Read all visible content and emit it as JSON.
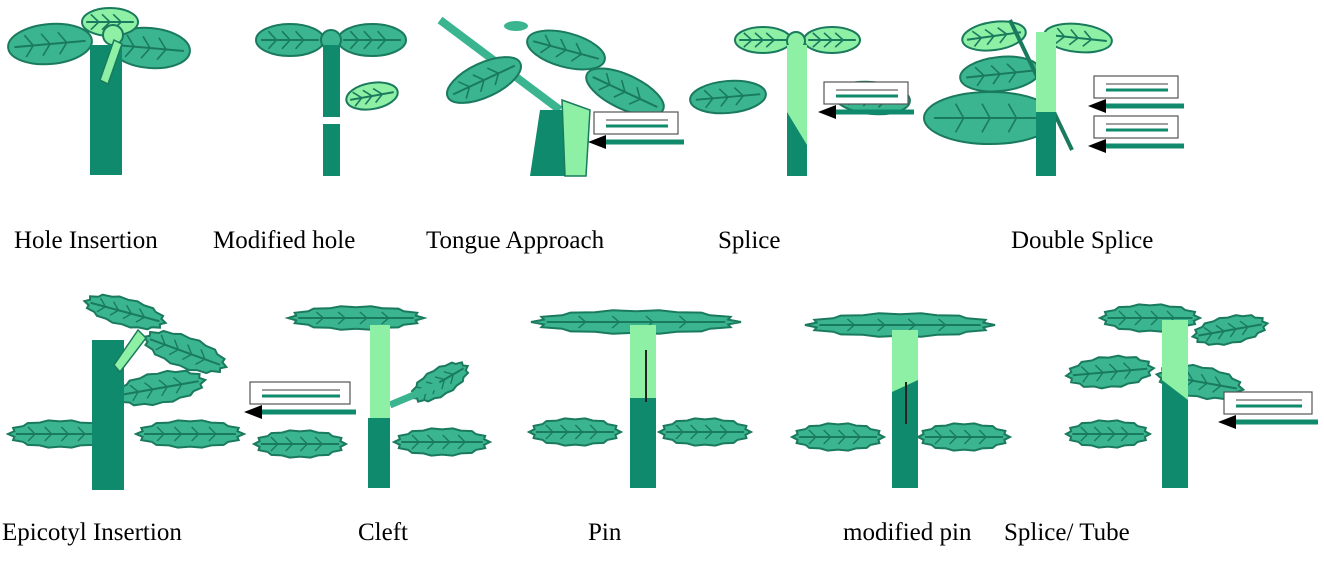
{
  "colors": {
    "stem_dark": "#0f8a6c",
    "leaf_fill": "#3bb58f",
    "leaf_vein": "#1a7a5e",
    "scion_light": "#8ef0a4",
    "arrow_dark": "#0f8a6c",
    "caption_text": "#000000"
  },
  "row1": {
    "labels": [
      "Hole Insertion",
      "Modified hole",
      "Tongue Approach",
      "Splice",
      "Double Splice"
    ]
  },
  "row2": {
    "labels": [
      "Epicotyl Insertion",
      "Cleft",
      "Pin",
      "modified pin",
      "Splice/ Tube"
    ]
  }
}
